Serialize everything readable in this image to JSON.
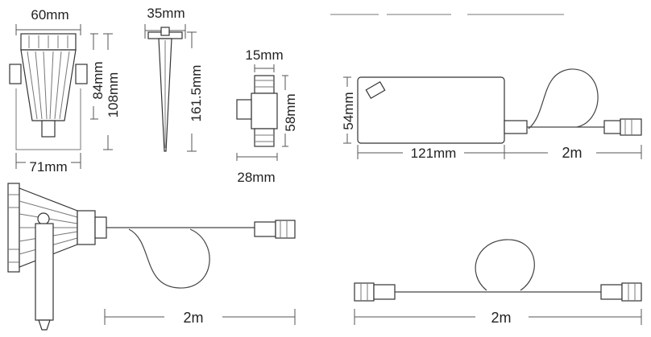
{
  "labels": {
    "light_top_width": "60mm",
    "light_bottom_width": "71mm",
    "light_inner_height": "84mm",
    "light_total_height": "108mm",
    "stake_width": "35mm",
    "stake_height": "161.5mm",
    "connector_width": "15mm",
    "connector_height": "58mm",
    "connector_bottom_width": "28mm",
    "driver_height": "54mm",
    "driver_length": "121mm",
    "driver_cable": "2m",
    "assembled_cable": "2m",
    "extension_cable": "2m"
  }
}
